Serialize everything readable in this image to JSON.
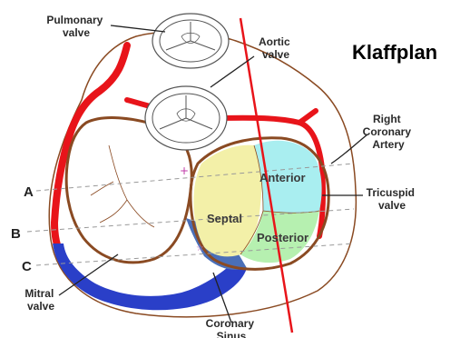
{
  "title": "Klaffplan",
  "labels": {
    "pulmonary_valve": [
      "Pulmonary",
      "valve"
    ],
    "aortic_valve": [
      "Aortic",
      "valve"
    ],
    "right_coronary_artery": [
      "Right",
      "Coronary",
      "Artery"
    ],
    "tricuspid_valve": [
      "Tricuspid",
      "valve"
    ],
    "mitral_valve": [
      "Mitral",
      "valve"
    ],
    "coronary_sinus": [
      "Coronary",
      "Sinus"
    ],
    "anterior": "Anterior",
    "septal": "Septal",
    "posterior": "Posterior"
  },
  "levels": [
    "A",
    "B",
    "C"
  ],
  "colors": {
    "artery": "#e8141a",
    "sinus": "#2a3fc8",
    "ring": "#8a4a22",
    "anterior": "#a9eef0",
    "septal": "#f3f0a8",
    "posterior": "#b6f0b0",
    "cut_line": "#e8141a"
  }
}
